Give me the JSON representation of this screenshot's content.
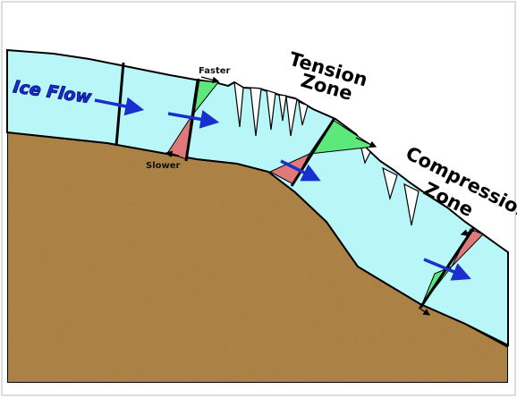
{
  "labels": {
    "ice_flow": "Ice Flow",
    "faster": "Faster",
    "slower": "Slower",
    "tension_line1": "Tension",
    "tension_line2": "Zone",
    "compression_line1": "Compression",
    "compression_line2": "Zone"
  },
  "colors": {
    "ice": "#b8f6f8",
    "ground": "#b58a4a",
    "ground_dark": "#8d6530",
    "arrow_blue": "#1a2fd0",
    "wedge_green": "#5ce87a",
    "wedge_red": "#e07a7a",
    "outline": "#000000"
  },
  "icons": [
    "flow-arrow-icon",
    "velocity-arrow-icon"
  ]
}
